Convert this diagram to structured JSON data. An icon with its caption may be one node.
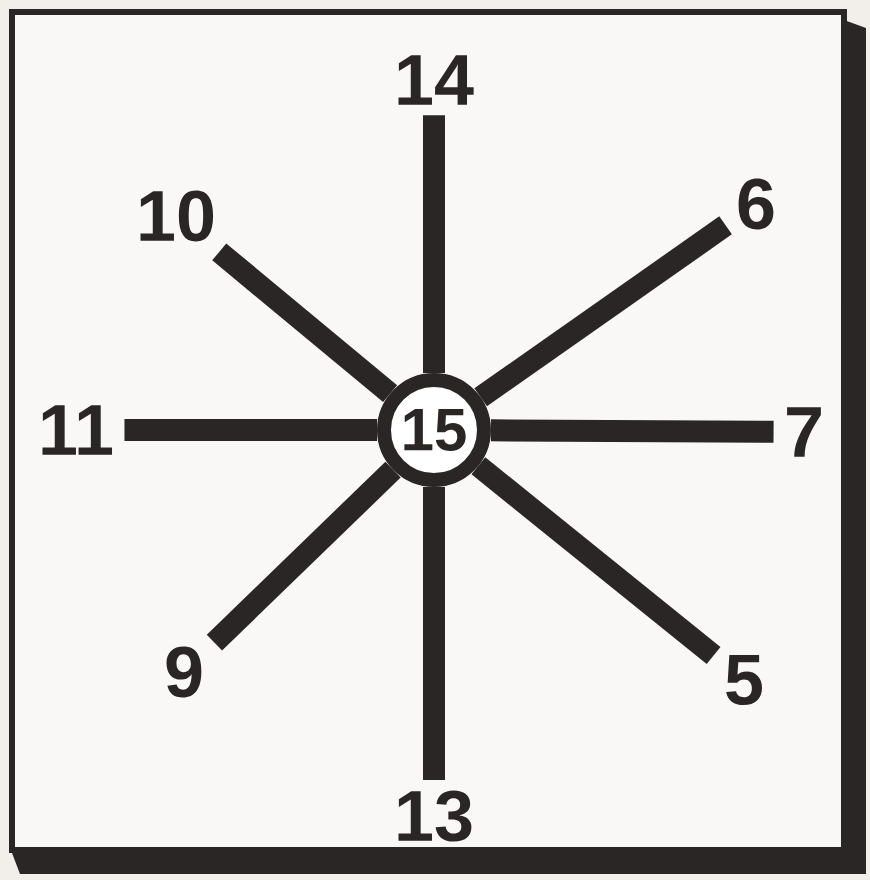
{
  "diagram": {
    "nodes": [
      {
        "text": [
          "15"
        ]
      },
      {
        "text": [
          "14"
        ]
      },
      {
        "text": [
          "6"
        ]
      },
      {
        "text": [
          "7"
        ]
      },
      {
        "text": [
          "5"
        ]
      },
      {
        "text": [
          "13"
        ]
      },
      {
        "text": [
          "9"
        ]
      },
      {
        "text": [
          "11"
        ]
      },
      {
        "text": [
          "10"
        ]
      }
    ],
    "edges": [
      {
        "from": 0,
        "to": 1,
        "arrow": "none"
      },
      {
        "from": 0,
        "to": 2,
        "arrow": "none"
      },
      {
        "from": 0,
        "to": 3,
        "arrow": "none"
      },
      {
        "from": 0,
        "to": 4,
        "arrow": "none"
      },
      {
        "from": 0,
        "to": 5,
        "arrow": "none"
      },
      {
        "from": 0,
        "to": 6,
        "arrow": "none"
      },
      {
        "from": 0,
        "to": 7,
        "arrow": "none"
      },
      {
        "from": 0,
        "to": 8,
        "arrow": "none"
      }
    ]
  }
}
